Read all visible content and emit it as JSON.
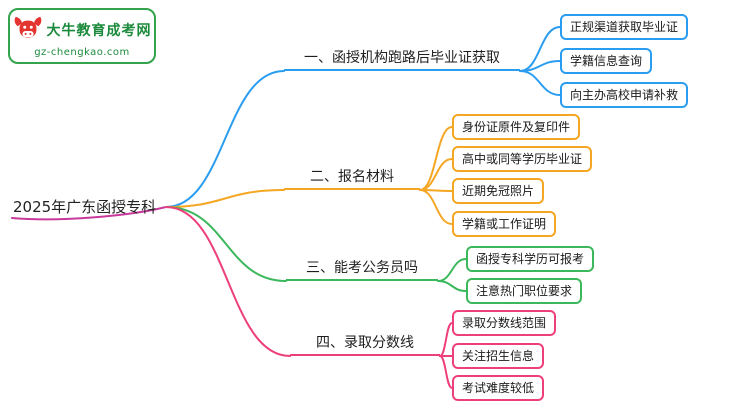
{
  "logo": {
    "title": "大牛教育成考网",
    "subtitle": "gz-chengkao.com",
    "icon": "bull-icon",
    "border_color": "#35a24c",
    "text_color": "#1c8a3c",
    "icon_color": "#e3342f"
  },
  "root": {
    "label": "2025年广东函授专科",
    "color": "#c9399b"
  },
  "branches": [
    {
      "label": "一、函授机构跑路后毕业证获取",
      "color": "#2b9df0",
      "children": [
        "正规渠道获取毕业证",
        "学籍信息查询",
        "向主办高校申请补救"
      ]
    },
    {
      "label": "二、报名材料",
      "color": "#f5a623",
      "children": [
        "身份证原件及复印件",
        "高中或同等学历毕业证",
        "近期免冠照片",
        "学籍或工作证明"
      ]
    },
    {
      "label": "三、能考公务员吗",
      "color": "#3cb85c",
      "children": [
        "函授专科学历可报考",
        "注意热门职位要求"
      ]
    },
    {
      "label": "四、录取分数线",
      "color": "#ee3f7d",
      "children": [
        "录取分数线范围",
        "关注招生信息",
        "考试难度较低"
      ]
    }
  ]
}
